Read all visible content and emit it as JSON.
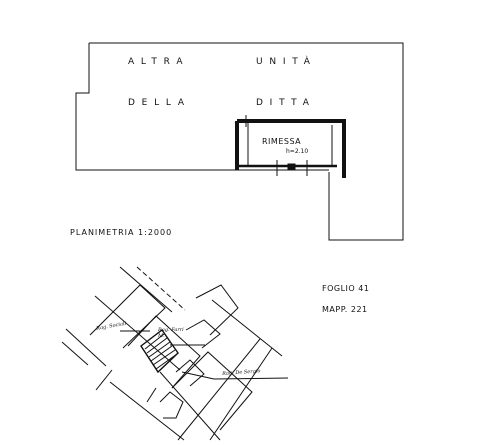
{
  "floor_plan": {
    "label_line1": [
      "ALTRA",
      "UNITÀ"
    ],
    "label_line2": [
      "DELLA",
      "DITTA"
    ],
    "room_name": "RIMESSA",
    "room_height": "h=2.10",
    "scale_label": "PLANIMETRIA 1:2000"
  },
  "site_plan": {
    "neighbor_1": "Rag. Sociali",
    "neighbor_2": "Rag. Farri M.",
    "neighbor_3": "Rag. De Sergio",
    "sheet": "FOGLIO 41",
    "parcel": "MAPP. 221"
  }
}
